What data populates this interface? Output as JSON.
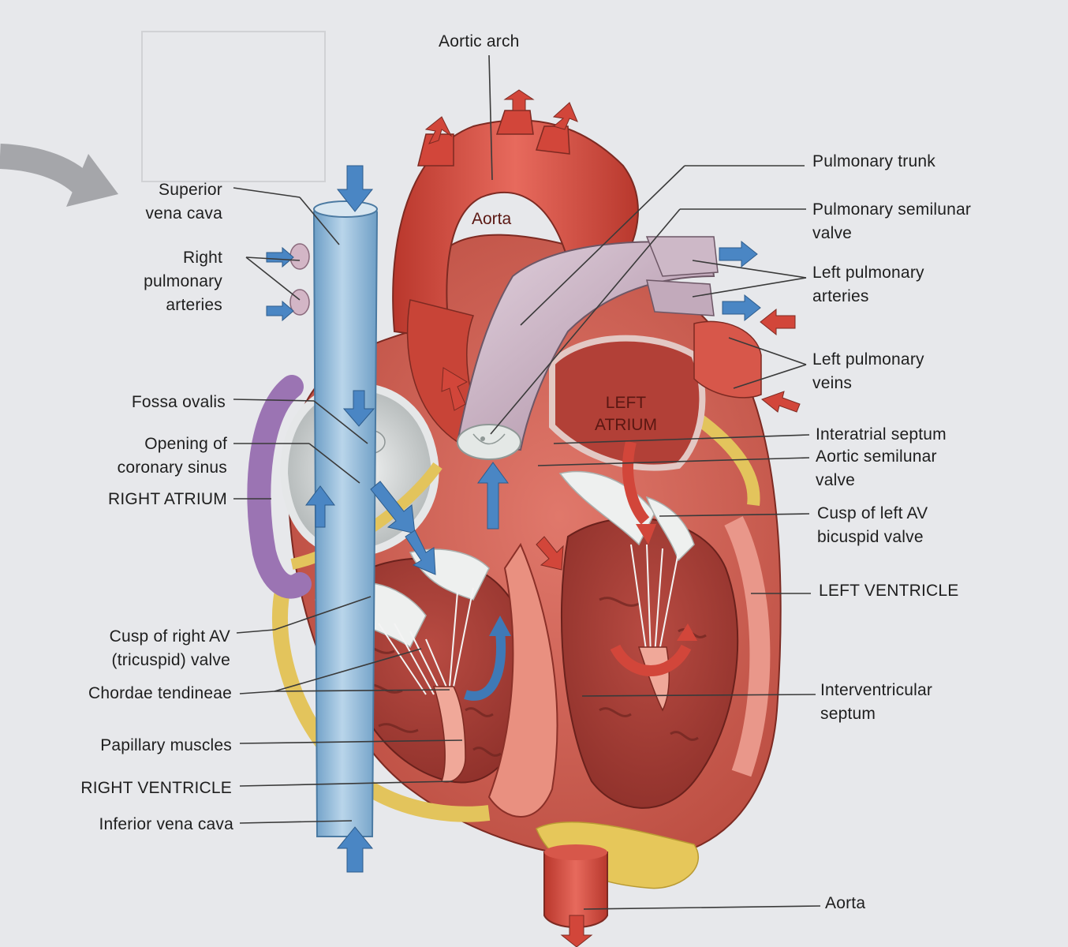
{
  "labels": {
    "aortic_arch": "Aortic arch",
    "pulmonary_trunk": "Pulmonary trunk",
    "pulmonary_semilunar_valve": "Pulmonary semilunar\nvalve",
    "left_pulmonary_arteries": "Left pulmonary\narteries",
    "left_pulmonary_veins": "Left pulmonary\nveins",
    "interatrial_septum": "Interatrial septum",
    "aortic_semilunar_valve": "Aortic semilunar\nvalve",
    "cusp_left_av": "Cusp of left AV\nbicuspid valve",
    "left_ventricle": "LEFT VENTRICLE",
    "interventricular_septum": "Interventricular\nseptum",
    "aorta_bottom": "Aorta",
    "superior_vena_cava": "Superior\nvena cava",
    "right_pulmonary_arteries": "Right\npulmonary\narteries",
    "fossa_ovalis": "Fossa ovalis",
    "opening_coronary_sinus": "Opening of\ncoronary sinus",
    "right_atrium": "RIGHT ATRIUM",
    "cusp_right_av": "Cusp of right AV\n(tricuspid) valve",
    "chordae_tendineae": "Chordae tendineae",
    "papillary_muscles": "Papillary muscles",
    "right_ventricle": "RIGHT VENTRICLE",
    "inferior_vena_cava": "Inferior vena cava",
    "aorta_on_heart": "Aorta",
    "left_atrium_on_heart": "LEFT\nATRIUM"
  },
  "colors": {
    "oxygenated": "#d2463a",
    "deoxygenated": "#4a86c4",
    "vena_cava": "#8fb9d8",
    "pulmonary_trunk": "#c9b3c3",
    "muscle": "#c95346",
    "fat": "#e6c75a",
    "right_atrium_fat": "#9a73b2"
  }
}
